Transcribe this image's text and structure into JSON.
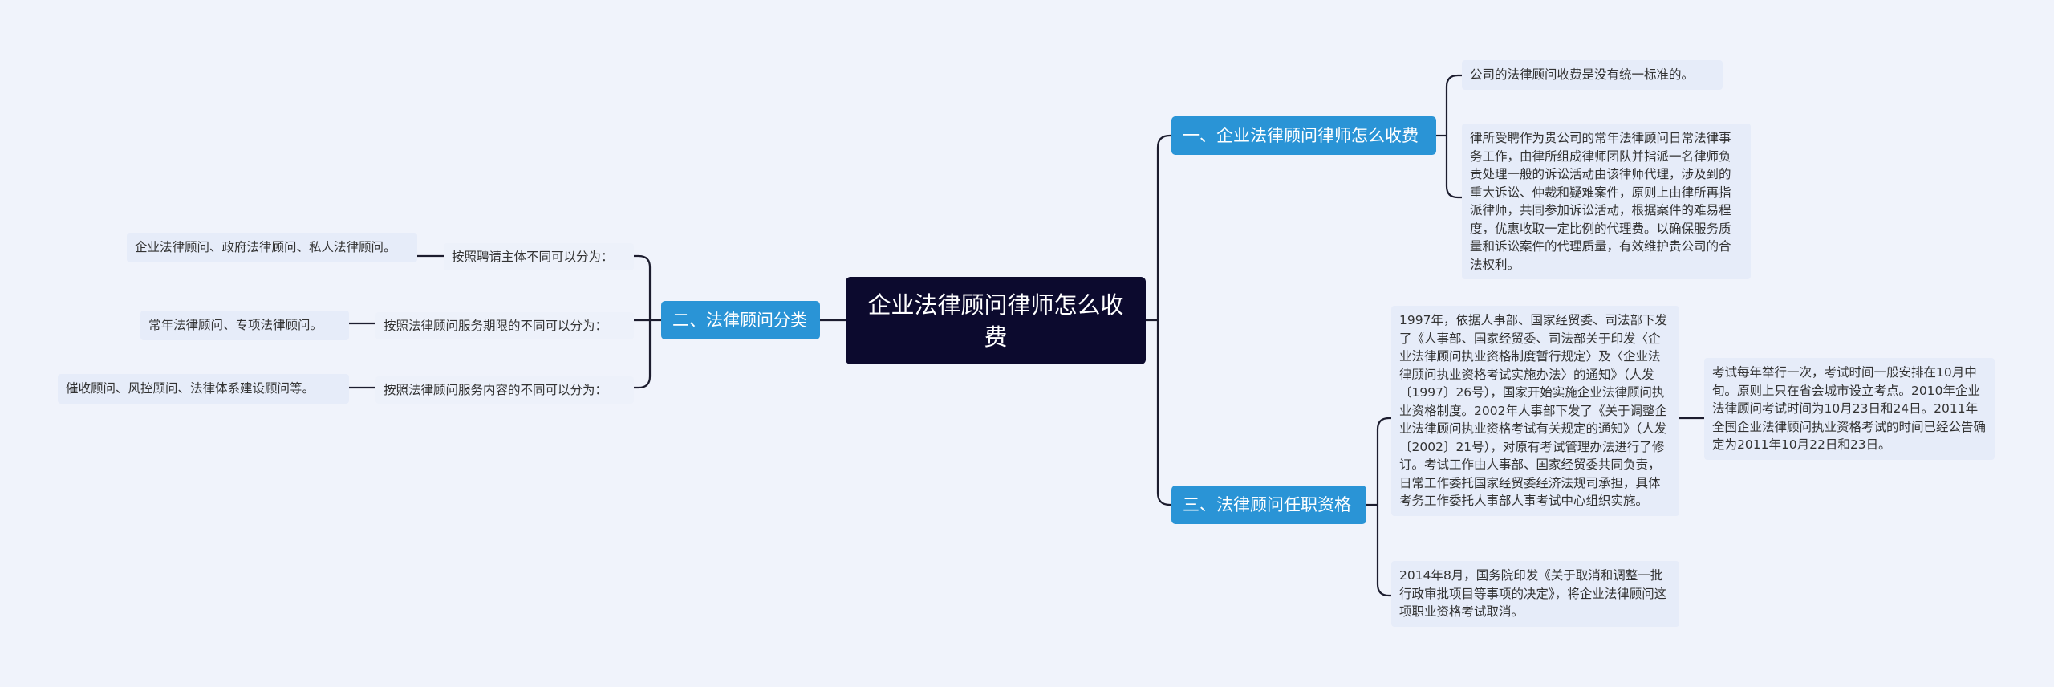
{
  "root": {
    "title": "企业法律顾问律师怎么收费"
  },
  "branch1": {
    "label": "一、企业法律顾问律师怎么收费",
    "items": [
      "公司的法律顾问收费是没有统一标准的。",
      "律所受聘作为贵公司的常年法律顾问日常法律事务工作，由律所组成律师团队并指派一名律师负责处理一般的诉讼活动由该律师代理，涉及到的重大诉讼、仲裁和疑难案件，原则上由律所再指派律师，共同参加诉讼活动，根据案件的难易程度，优惠收取一定比例的代理费。以确保服务质量和诉讼案件的代理质量，有效维护贵公司的合法权利。"
    ]
  },
  "branch2": {
    "label": "二、法律顾问分类",
    "rows": [
      {
        "criterion": "按照聘请主体不同可以分为：",
        "result": "企业法律顾问、政府法律顾问、私人法律顾问。"
      },
      {
        "criterion": "按照法律顾问服务期限的不同可以分为：",
        "result": "常年法律顾问、专项法律顾问。"
      },
      {
        "criterion": "按照法律顾问服务内容的不同可以分为：",
        "result": "催收顾问、风控顾问、法律体系建设顾问等。"
      }
    ]
  },
  "branch3": {
    "label": "三、法律顾问任职资格",
    "items": [
      "1997年，依据人事部、国家经贸委、司法部下发了《人事部、国家经贸委、司法部关于印发〈企业法律顾问执业资格制度暂行规定〉及〈企业法律顾问执业资格考试实施办法〉的通知》（人发〔1997〕26号），国家开始实施企业法律顾问执业资格制度。2002年人事部下发了《关于调整企业法律顾问执业资格考试有关规定的通知》（人发〔2002〕21号），对原有考试管理办法进行了修订。考试工作由人事部、国家经贸委共同负责，日常工作委托国家经贸委经济法规司承担，具体考务工作委托人事部人事考试中心组织实施。",
      "2014年8月，国务院印发《关于取消和调整一批行政审批项目等事项的决定》，将企业法律顾问这项职业资格考试取消。"
    ],
    "sub_item": "考试每年举行一次，考试时间一般安排在10月中旬。原则上只在省会城市设立考点。2010年企业法律顾问考试时间为10月23日和24日。2011年全国企业法律顾问执业资格考试的时间已经公告确定为2011年10月22日和23日。"
  },
  "colors": {
    "background": "#f0f3fb",
    "root_fill": "#0c0a2e",
    "branch_fill": "#2a94d6",
    "leaf_fill": "#e6ecf9",
    "connector": "#1c1c2e"
  }
}
